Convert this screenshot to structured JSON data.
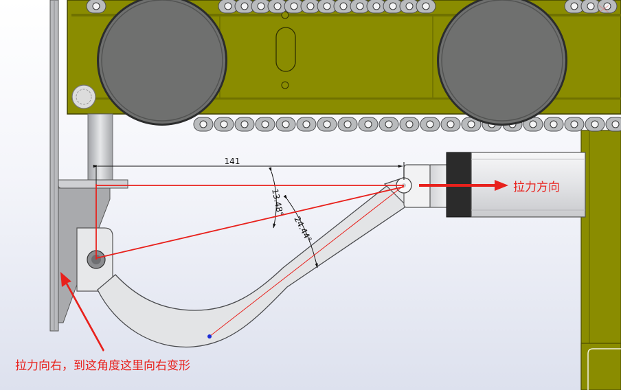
{
  "annotations": {
    "force_direction": "拉力方向",
    "pull_right_note": "拉力向右，到这角度这里向右变形"
  },
  "dimensions": {
    "length": "141",
    "angle_small": "13.48°",
    "angle_large": "24.44°"
  },
  "colors": {
    "frame_olive": "#8a8c00",
    "roller_grey": "#6f706f",
    "chain_grey": "#b9bbbd",
    "annotation_red": "#e8211c",
    "background_top": "#ffffff",
    "background_bottom": "#dde1ee"
  }
}
